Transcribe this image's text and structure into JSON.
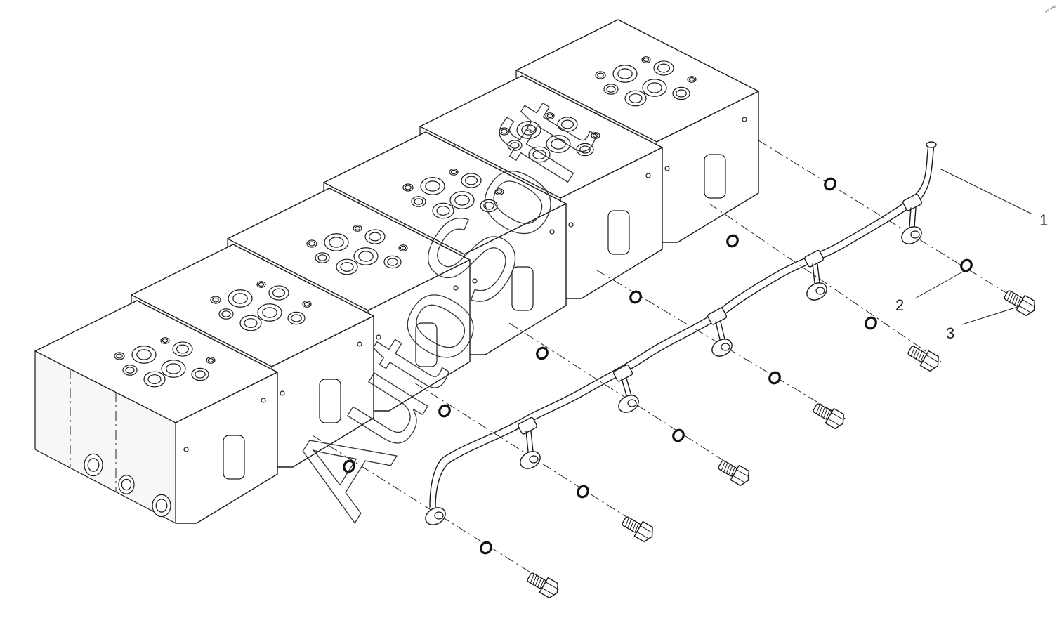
{
  "diagram": {
    "callouts": [
      {
        "id": "1",
        "label": "1"
      },
      {
        "id": "2",
        "label": "2"
      },
      {
        "id": "3",
        "label": "3"
      }
    ],
    "watermark": "AutoSoft",
    "corner_mark": "ᵒᵒ ᵒᵒᵒ"
  }
}
